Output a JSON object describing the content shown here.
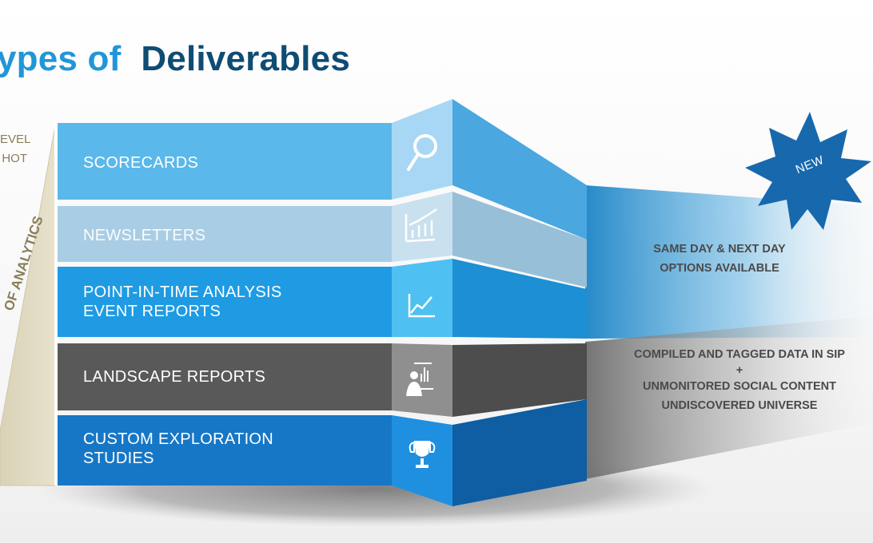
{
  "title": {
    "part1": "ypes of",
    "part2": "Deliverables"
  },
  "side": {
    "line1": "EVEL",
    "line2": "HOT",
    "rotated": "OF ANALYTICS"
  },
  "bands": [
    {
      "label": "SCORECARDS",
      "color": "#5bb8ea",
      "icon": "magnifier-icon"
    },
    {
      "label": "NEWSLETTERS",
      "color": "#a9cde4",
      "icon": "bar-chart-icon"
    },
    {
      "label": "POINT-IN-TIME ANALYSIS\nEVENT REPORTS",
      "color": "#1e9be3",
      "icon": "line-chart-icon"
    },
    {
      "label": "LANDSCAPE REPORTS",
      "color": "#595959",
      "icon": "presenter-icon"
    },
    {
      "label": "CUSTOM EXPLORATION\nSTUDIES",
      "color": "#1677c6",
      "icon": "trophy-icon"
    }
  ],
  "badge": {
    "text": "NEW",
    "color": "#1768ad"
  },
  "notes": {
    "upper": [
      "SAME DAY & NEXT DAY",
      "OPTIONS AVAILABLE"
    ],
    "lower": [
      "COMPILED AND TAGGED DATA IN SIP",
      "+",
      "UNMONITORED SOCIAL CONTENT",
      "UNDISCOVERED UNIVERSE"
    ]
  }
}
